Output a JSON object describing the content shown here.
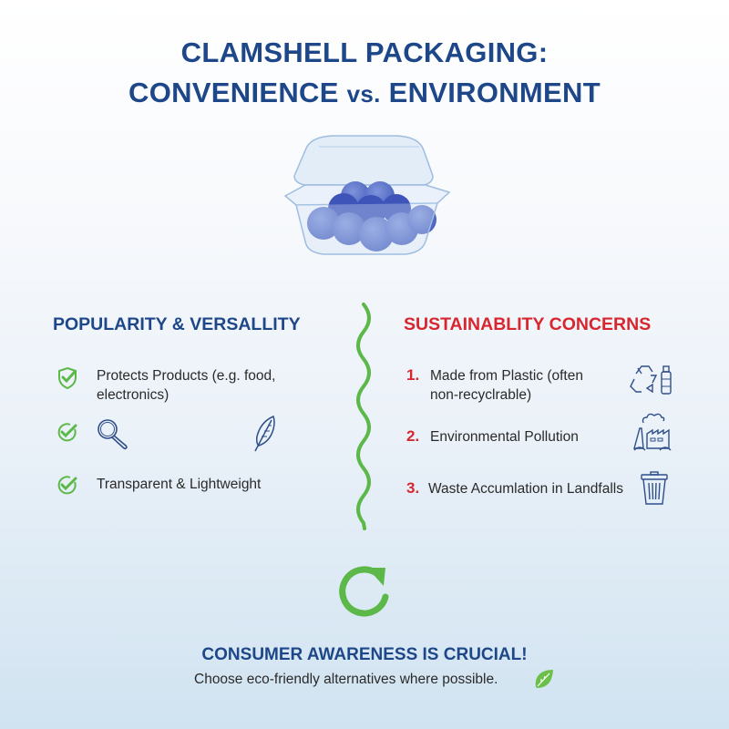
{
  "header": {
    "title_line1": "CLAMSHELL PACKAGING:",
    "title_line2_a": "CONVENIENCE",
    "title_line2_vs": "vs.",
    "title_line2_b": "ENVIRONMENT"
  },
  "hero": {
    "icon": "blueberry-clamshell-container-illustration"
  },
  "left_column": {
    "heading": "POPULARITY & VERSALLITY",
    "items": [
      {
        "icon": "shield-check-icon",
        "text_line1": "Protects Products (e.g.  food,",
        "text_line2": "electronics)"
      },
      {
        "icon": "check-circle-icon",
        "extra_icons": [
          "magnifying-glass-icon",
          "feather-icon"
        ],
        "text": ""
      },
      {
        "icon": "check-circle-icon",
        "text": "Transparent & Lightweight"
      }
    ]
  },
  "right_column": {
    "heading": "SUSTAINABLITY CONCERNS",
    "items": [
      {
        "number": "1.",
        "text_line1": "Made from Plastic (often",
        "text_line2": "non-recyclrable)",
        "icon": "recycle-bottle-icon"
      },
      {
        "number": "2.",
        "text": "Environmental Pollution",
        "icon": "factory-pollution-icon"
      },
      {
        "number": "3.",
        "text": "Waste Accumlation in Landfalls",
        "icon": "trash-bin-icon"
      }
    ]
  },
  "divider": {
    "icon": "wavy-line-divider"
  },
  "footer": {
    "icon": "refresh-cycle-icon",
    "heading": "CONSUMER AWARENESS IS CRUCIAL!",
    "subtext": "Choose eco-friendly alternatives where possible.",
    "trailing_icon": "leaf-icon"
  },
  "colors": {
    "primary_blue": "#1d4789",
    "accent_red": "#d8262f",
    "accent_green": "#5cb848",
    "icon_blue": "#2f4f8a"
  }
}
